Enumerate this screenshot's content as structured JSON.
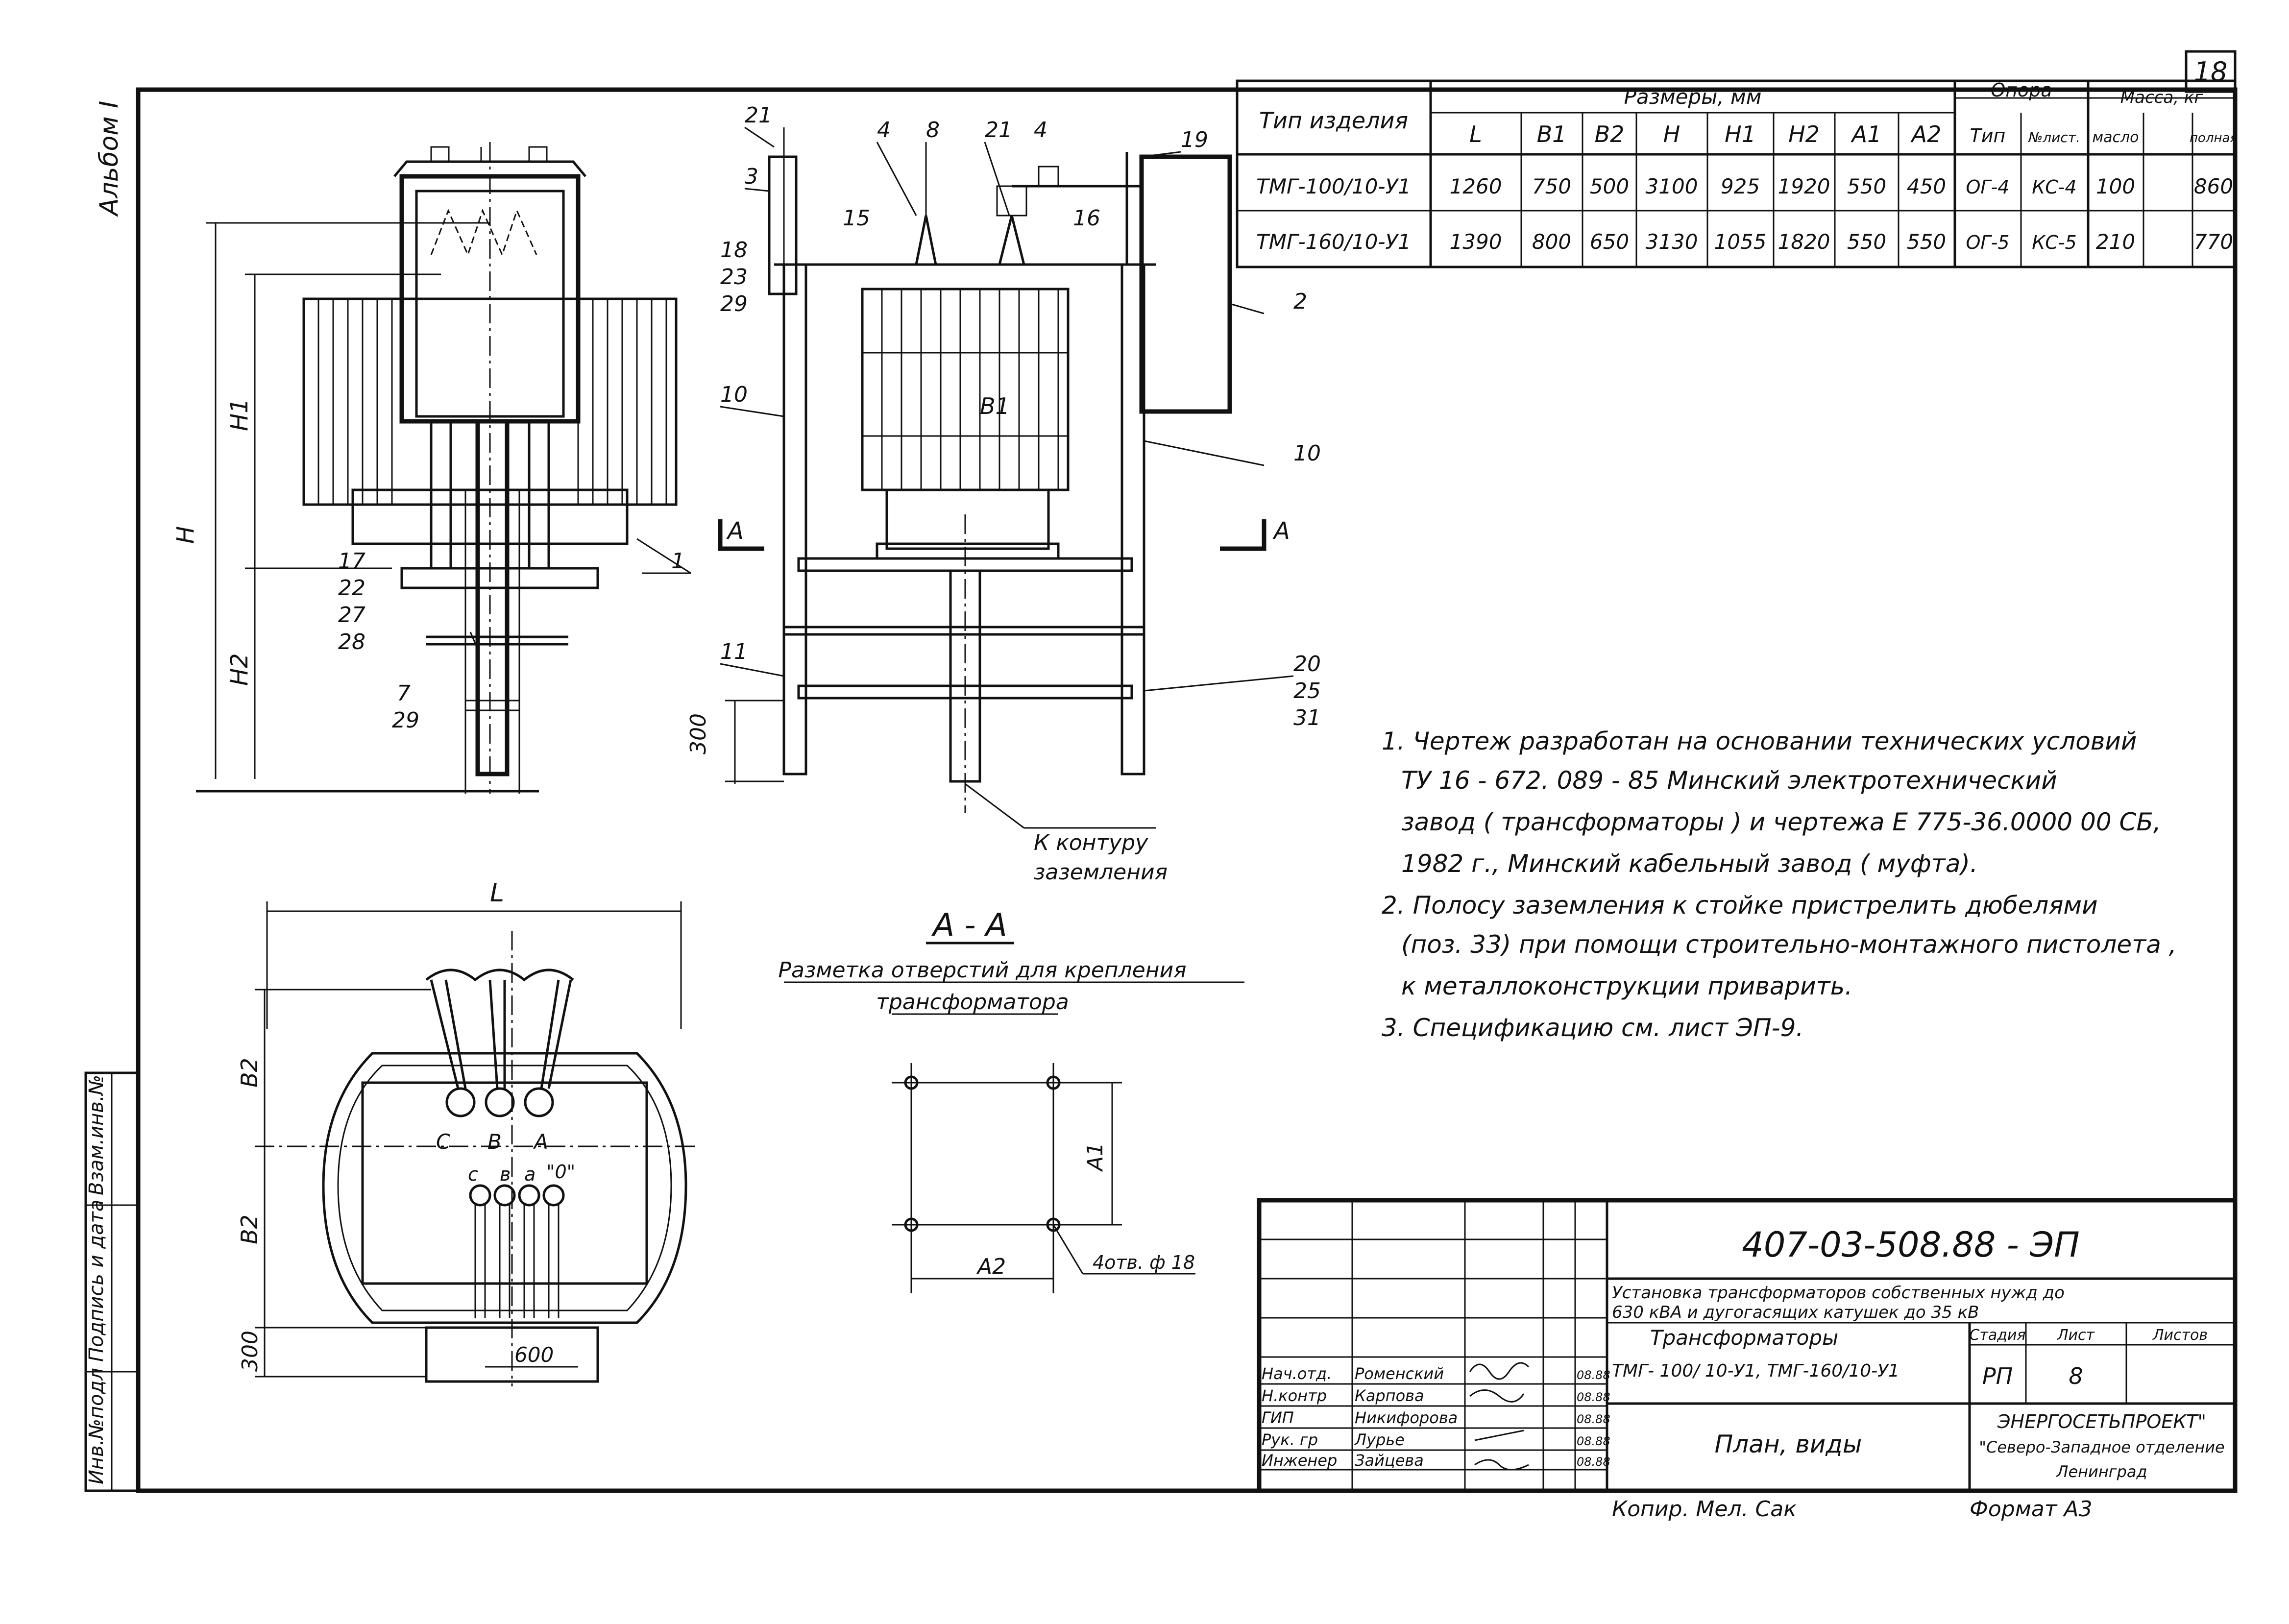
{
  "sheet_number": "18",
  "album_label": "Альбом I",
  "spec_table": {
    "header_type": "Тип изделия",
    "header_sizes": "Размеры, мм",
    "header_support": "Опора",
    "header_mass": "Масса, кг",
    "columns": [
      "L",
      "B1",
      "B2",
      "H",
      "H1",
      "H2",
      "A1",
      "A2",
      "Тип",
      "№лист.",
      "масло",
      "полная"
    ],
    "rows": [
      {
        "type": "ТМГ-100/10-У1",
        "cells": [
          "1260",
          "750",
          "500",
          "3100",
          "925",
          "1920",
          "550",
          "450",
          "ОГ-4",
          "КС-4",
          "100",
          "860"
        ]
      },
      {
        "type": "ТМГ-160/10-У1",
        "cells": [
          "1390",
          "800",
          "650",
          "3130",
          "1055",
          "1820",
          "550",
          "550",
          "ОГ-5",
          "КС-5",
          "210",
          "770"
        ]
      }
    ]
  },
  "notes": [
    "1. Чертеж разработан на основании технических условий",
    "ТУ 16 - 672. 089 - 85   Минский электротехнический",
    "завод ( трансформаторы ) и чертежа Е 775-36.0000 00 СБ,",
    "1982 г., Минский кабельный завод ( муфта).",
    "2. Полосу заземления к стойке пристрелить дюбелями",
    "(поз. 33) при помощи строительно-монтажного пистолета ,",
    "к металлоконструкции приварить.",
    "3. Спецификацию см. лист ЭП-9."
  ],
  "section_title": "А - А",
  "section_subtitle_1": "Разметка отверстий для крепления",
  "section_subtitle_2": "трансформатора",
  "holes_label": "4отв. ф 18",
  "ground_label_1": "К контуру",
  "ground_label_2": "заземления",
  "dims": {
    "L": "L",
    "H": "H",
    "H1": "H1",
    "H2": "H2",
    "B1": "B1",
    "B2a": "B2",
    "B2b": "B2",
    "A1": "A1",
    "A2": "A2",
    "d300a": "300",
    "d300b": "300",
    "d600": "600"
  },
  "cut_marks": [
    "А",
    "А"
  ],
  "phases_hv": [
    "С",
    "В",
    "А"
  ],
  "phases_lv": [
    "с",
    "в",
    "а",
    "\"0\""
  ],
  "positions": [
    "21",
    "3",
    "18",
    "23",
    "29",
    "10",
    "11",
    "4",
    "8",
    "21",
    "4",
    "15",
    "16",
    "19",
    "2",
    "10",
    "1",
    "17",
    "22",
    "27",
    "28",
    "7",
    "29",
    "20",
    "25",
    "31"
  ],
  "title_block": {
    "doc_code": "407-03-508.88 - ЭП",
    "project_1": "Установка трансформаторов собственных нужд до",
    "project_2": "630 кВА и дугогасящих катушек до 35 кВ",
    "drawing_1": "Трансформаторы",
    "drawing_2": "ТМГ- 100/ 10-У1, ТМГ-160/10-У1",
    "view_name": "План, виды",
    "stage_label": "Стадия",
    "sheet_label": "Лист",
    "sheets_label": "Листов",
    "stage": "РП",
    "sheet": "8",
    "org_1": "ЭНЕРГОСЕТЬПРОЕКТ\"",
    "org_2": "\"Северо-Западное отделение",
    "org_3": "Ленинград",
    "signers": [
      {
        "role": "Нач.отд.",
        "name": "Роменский",
        "date": "08.88"
      },
      {
        "role": "Н.контр",
        "name": "Карпова",
        "date": "08.88"
      },
      {
        "role": "ГИП",
        "name": "Никифорова",
        "date": "08.88"
      },
      {
        "role": "Рук. гр",
        "name": "Лурье",
        "date": "08.88"
      },
      {
        "role": "Инженер",
        "name": "Зайцева",
        "date": "08.88"
      }
    ]
  },
  "left_strip": [
    "Взам.инв.№",
    "Подпись и дата",
    "Инв.№подл"
  ],
  "copied_by": "Копир. Мел. Сак",
  "format": "Формат А3"
}
